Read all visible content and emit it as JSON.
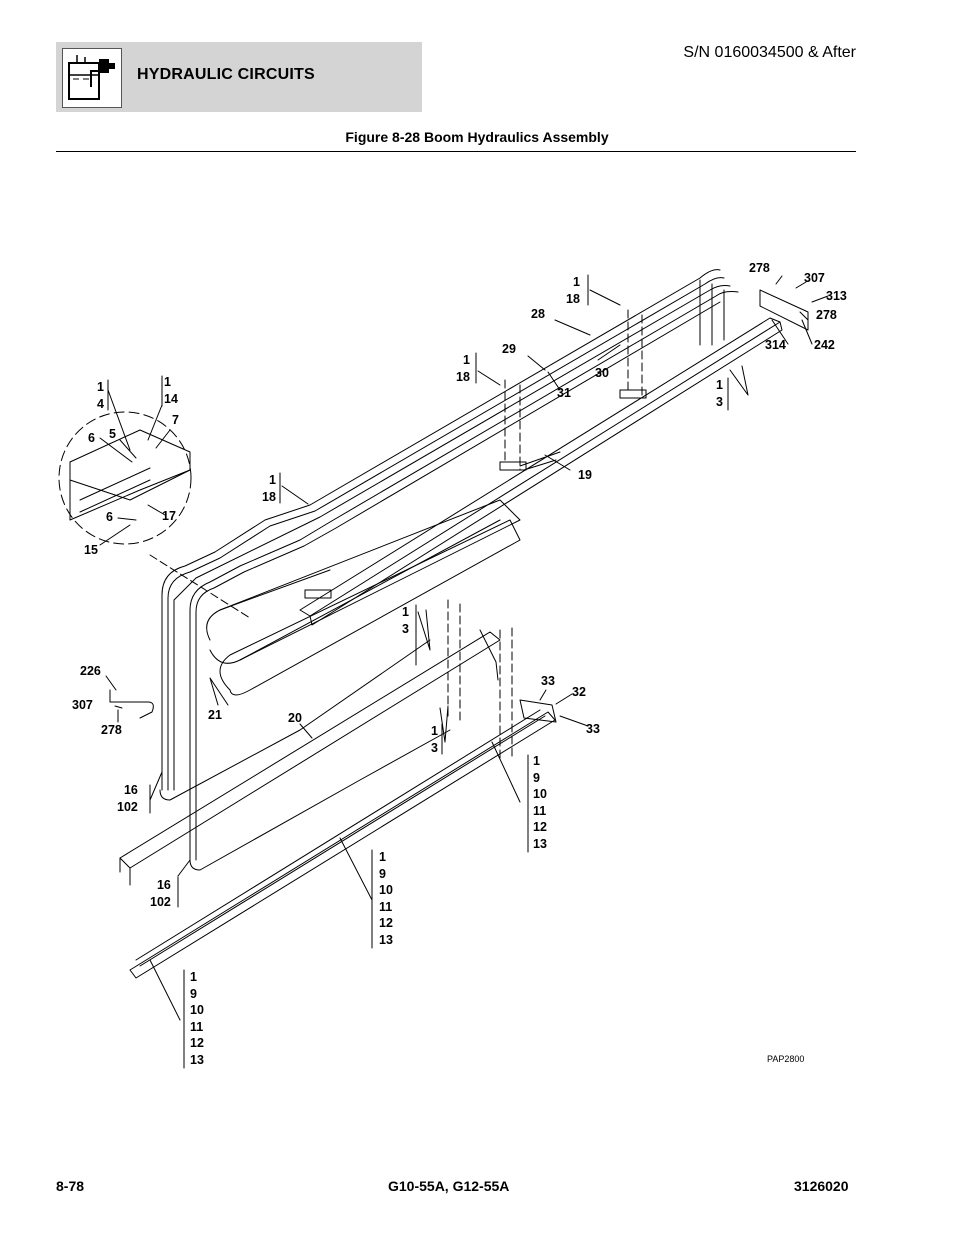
{
  "header": {
    "section_title": "HYDRAULIC CIRCUITS",
    "serial": "S/N 0160034500 & After",
    "icon": "hydraulic-reservoir-icon"
  },
  "figure": {
    "title": "Figure 8-28 Boom Hydraulics Assembly",
    "drawing_id": "PAP2800",
    "callouts": {
      "top_1_18": [
        "1",
        "18"
      ],
      "c278a": "278",
      "c307a": "307",
      "c313": "313",
      "c278b": "278",
      "c314": "314",
      "c242": "242",
      "c28": "28",
      "c29": "29",
      "c30": "30",
      "c31": "31",
      "mid_1_18": [
        "1",
        "18"
      ],
      "right_1_3": [
        "1",
        "3"
      ],
      "c19": "19",
      "detail_1_4": [
        "1",
        "4"
      ],
      "detail_1_14": [
        "1",
        "14"
      ],
      "c7": "7",
      "c6a": "6",
      "c5": "5",
      "c6b": "6",
      "c17": "17",
      "c15": "15",
      "left_1_18": [
        "1",
        "18"
      ],
      "c226": "226",
      "c307b": "307",
      "c278c": "278",
      "c21": "21",
      "c20": "20",
      "upper_1_3": [
        "1",
        "3"
      ],
      "lower_1_3": [
        "1",
        "3"
      ],
      "c33a": "33",
      "c32": "32",
      "c33b": "33",
      "right_stack": [
        "1",
        "9",
        "10",
        "11",
        "12",
        "13"
      ],
      "upper_16_102": [
        "16",
        "102"
      ],
      "lower_16_102": [
        "16",
        "102"
      ],
      "center_stack": [
        "1",
        "9",
        "10",
        "11",
        "12",
        "13"
      ],
      "bottom_stack": [
        "1",
        "9",
        "10",
        "11",
        "12",
        "13"
      ]
    }
  },
  "footer": {
    "page_number": "8-78",
    "models": "G10-55A, G12-55A",
    "doc_number": "3126020"
  }
}
